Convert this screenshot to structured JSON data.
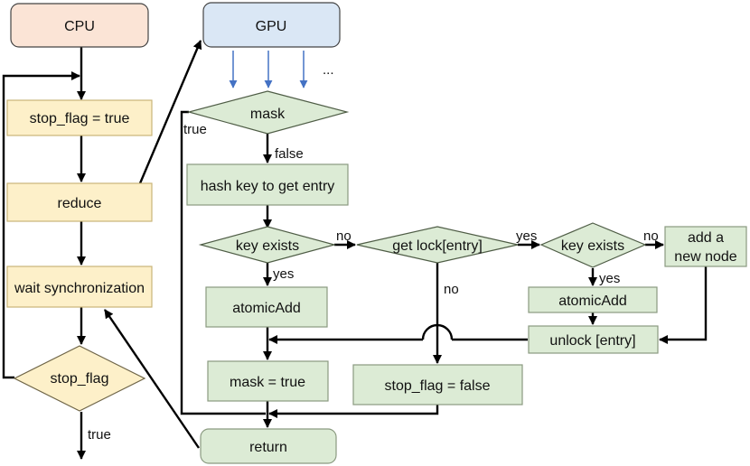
{
  "nodes": {
    "cpu": "CPU",
    "gpu": "GPU",
    "stop_flag_true": "stop_flag = true",
    "reduce": "reduce",
    "wait_sync": "wait synchronization",
    "stop_flag_check": "stop_flag",
    "mask": "mask",
    "hash_key": "hash key to get entry",
    "key_exists_1": "key exists",
    "get_lock": "get lock[entry]",
    "key_exists_2": "key exists",
    "add_new_node_line1": "add a",
    "add_new_node_line2": "new node",
    "atomic_add_1": "atomicAdd",
    "atomic_add_2": "atomicAdd",
    "unlock": "unlock [entry]",
    "mask_true": "mask = true",
    "stop_flag_false": "stop_flag = false",
    "return": "return"
  },
  "labels": {
    "threads_ellipsis": "...",
    "mask_true_branch": "true",
    "mask_false_branch": "false",
    "key1_no": "no",
    "key1_yes": "yes",
    "lock_yes": "yes",
    "lock_no": "no",
    "key2_no": "no",
    "key2_yes": "yes",
    "stop_flag_true_branch": "true"
  },
  "colors": {
    "cpu_fill": "#fbe4d6",
    "gpu_fill": "#dae7f5",
    "cpu_step_fill": "#fdf0c9",
    "gpu_step_fill": "#dcebd5",
    "thread_arrow": "#4472c4"
  }
}
